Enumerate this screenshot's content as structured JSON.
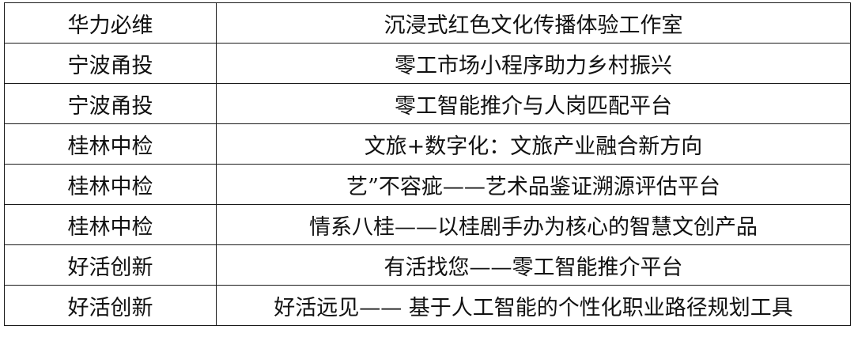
{
  "table": {
    "rows": [
      {
        "team": "华力必维",
        "project": "沉浸式红色文化传播体验工作室"
      },
      {
        "team": "宁波甬投",
        "project": "零工市场小程序助力乡村振兴"
      },
      {
        "team": "宁波甬投",
        "project": "零工智能推介与人岗匹配平台"
      },
      {
        "team": "桂林中检",
        "project": "文旅+数字化：文旅产业融合新方向"
      },
      {
        "team": "桂林中检",
        "project": "艺”不容疵——艺术品鉴证溯源评估平台"
      },
      {
        "team": "桂林中检",
        "project": "情系八桂——以桂剧手办为核心的智慧文创产品"
      },
      {
        "team": "好活创新",
        "project": "有活找您——零工智能推介平台"
      },
      {
        "team": "好活创新",
        "project": "好活远见—— 基于人工智能的个性化职业路径规划工具"
      }
    ]
  }
}
